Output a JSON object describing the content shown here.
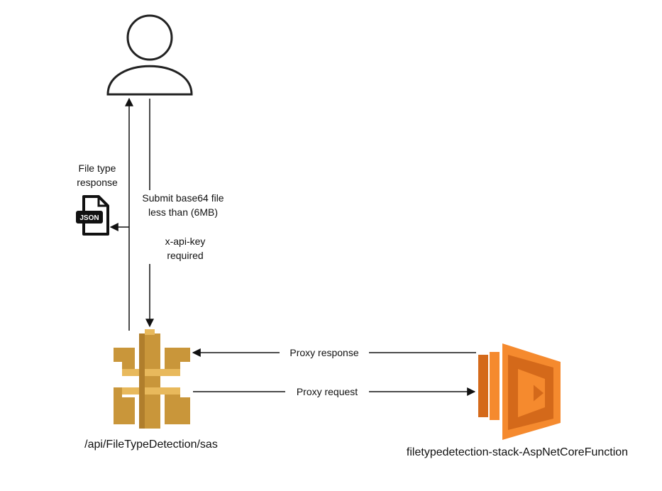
{
  "labels": {
    "file_type_response_line1": "File type",
    "file_type_response_line2": "response",
    "submit_line1": "Submit base64 file",
    "submit_line2": "less than (6MB)",
    "api_key_line1": "x-api-key",
    "api_key_line2": "required",
    "proxy_response": "Proxy response",
    "proxy_request": "Proxy request",
    "api_gateway_path": "/api/FileTypeDetection/sas",
    "lambda_name": "filetypedetection-stack-AspNetCoreFunction",
    "json_file_text": "JSON"
  },
  "icons": {
    "user": "user-icon",
    "json_file": "json-file-icon",
    "api_gateway": "api-gateway-icon",
    "lambda": "lambda-icon"
  },
  "colors": {
    "api_gateway_gold": "#C9963A",
    "api_gateway_light": "#E8B95C",
    "lambda_orange": "#F58A2E",
    "lambda_dark": "#D4691A",
    "line": "#111111"
  }
}
